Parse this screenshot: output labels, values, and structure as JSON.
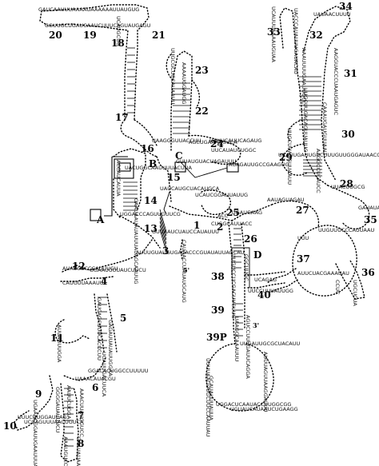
{
  "helix_numbers": [
    {
      "label": "20"
    },
    {
      "label": "19"
    },
    {
      "label": "18"
    },
    {
      "label": "21"
    },
    {
      "label": "17"
    },
    {
      "label": "16"
    },
    {
      "label": "23"
    },
    {
      "label": "22"
    },
    {
      "label": "24"
    },
    {
      "label": "15"
    },
    {
      "label": "14"
    },
    {
      "label": "13"
    },
    {
      "label": "25"
    },
    {
      "label": "1"
    },
    {
      "label": "2"
    },
    {
      "label": "3"
    },
    {
      "label": "26"
    },
    {
      "label": "12"
    },
    {
      "label": "4"
    },
    {
      "label": "5"
    },
    {
      "label": "11"
    },
    {
      "label": "6"
    },
    {
      "label": "9"
    },
    {
      "label": "7"
    },
    {
      "label": "10"
    },
    {
      "label": "8"
    },
    {
      "label": "34"
    },
    {
      "label": "33"
    },
    {
      "label": "32"
    },
    {
      "label": "31"
    },
    {
      "label": "30"
    },
    {
      "label": "29"
    },
    {
      "label": "28"
    },
    {
      "label": "27"
    },
    {
      "label": "35"
    },
    {
      "label": "37"
    },
    {
      "label": "36"
    },
    {
      "label": "38"
    },
    {
      "label": "40"
    },
    {
      "label": "39"
    },
    {
      "label": "39P"
    }
  ],
  "region_letters": [
    {
      "label": "A"
    },
    {
      "label": "B"
    },
    {
      "label": "C"
    },
    {
      "label": "D"
    }
  ],
  "termini": [
    {
      "label": "5'"
    },
    {
      "label": "3'"
    }
  ],
  "sequence_fragments": [
    {
      "text": "GAUCAAUUUAAAAUAAAAAAUUAUGUG"
    },
    {
      "text": "GGUUGCUGAUCAAUCUUUCAGUAUGAGU"
    },
    {
      "text": "UCAUGCUG"
    },
    {
      "text": "UAUCAUGCUACAUGCA"
    },
    {
      "text": "UUGCGCUCCAUAAUU"
    },
    {
      "text": "AAAAUGGAUGG"
    },
    {
      "text": "UAUUCAUUCAGAUG"
    },
    {
      "text": "UUCAUAUCUGGC"
    },
    {
      "text": "UCAUCGGAUUAUUG"
    },
    {
      "text": "GAAUAAUAUAUUUAUAGCAAUUG"
    },
    {
      "text": "AUUUGUAUGUGACACCCGUAUAUUAGCAU"
    },
    {
      "text": "AUAUCCCCCAUUUGU"
    },
    {
      "text": "CAUGUUAAAUU"
    },
    {
      "text": "GAUCAGCUUUCACCCUU"
    },
    {
      "text": "AUUAGUUGGA"
    },
    {
      "text": "UAAACAUACGU"
    },
    {
      "text": "UUUCUUGGAUCAG"
    },
    {
      "text": "GGGGAUAUUUCU"
    },
    {
      "text": "AAUUCUGGA"
    },
    {
      "text": "AAACUUAUGGUCC"
    },
    {
      "text": "UCAUUUAAAAUGUAA"
    },
    {
      "text": "UACCCAUAUUUGAUACAU"
    },
    {
      "text": "UAUAACUUUU"
    },
    {
      "text": "AAGGUACCCUAAUGAGUC"
    },
    {
      "text": "AAAUUUUGAAUUGCC"
    },
    {
      "text": "UUGCUUAGGUUAAUU"
    },
    {
      "text": "UCAUUGAUUGUCUUUGUUGGGAUAACC"
    },
    {
      "text": "AAGGCCUCAUCC"
    },
    {
      "text": "UUACUUGCG"
    },
    {
      "text": "AAUAGUAGAU"
    },
    {
      "text": "UGAUGAAG"
    },
    {
      "text": "CUGGCAUUACC"
    },
    {
      "text": "ACC"
    },
    {
      "text": "UUU"
    },
    {
      "text": "CCUC"
    },
    {
      "text": "UGCUCUA"
    },
    {
      "text": "UCAGAG"
    },
    {
      "text": "UUCCUUUAUUGG"
    },
    {
      "text": "UUGUCCUCGACUUGUUG"
    },
    {
      "text": "GGCUUGC"
    },
    {
      "text": "UAAGGCAAAUUU"
    },
    {
      "text": "AGUCCUUUGAUUCAGGA"
    },
    {
      "text": "GCAUAUUUAUUA"
    },
    {
      "text": "UGGACUCAAUACCUUGGCGG"
    },
    {
      "text": "UGUAUCAUAAUCUGAAGG"
    },
    {
      "text": "AUUUAGUUAAGGAUUU"
    },
    {
      "text": "UUUUAAGUUGCUUCCAAUUAU"
    },
    {
      "text": "UUGAUUGCGCUACAUU"
    },
    {
      "text": "AGCUGAAAAGUCA"
    },
    {
      "text": "UAAGGGUUACCUU"
    },
    {
      "text": "ACCAUCAUUA"
    },
    {
      "text": "UACUGGCAAUUUUACUUA"
    },
    {
      "text": "GUUAUGUACUAGAUUU"
    },
    {
      "text": "AUAGAUUGCCGAAGUG"
    },
    {
      "text": "UGGACCCAGUUGUUCG"
    },
    {
      "text": "GUUAAUCUAUCCAUAUUU"
    },
    {
      "text": "CAUAACCUAUAUGCAUG"
    },
    {
      "text": "GGAAUUUUAUCUUCU"
    },
    {
      "text": "GAGAUUAUAUUGGAA"
    },
    {
      "text": "UGAUUGACUUCA"
    },
    {
      "text": "GGACACUGGCCUUUUU"
    },
    {
      "text": "UGAAACGGAUUGAAUUUA"
    },
    {
      "text": "UCCAGUUUAACUGUCA"
    },
    {
      "text": "AAAUGUCCUUCGAA"
    },
    {
      "text": "GAAUAUAAUUCGUU"
    },
    {
      "text": "UUGCUUGACAGUUAUUG"
    },
    {
      "text": "CAAAUGAUGUUAAU"
    },
    {
      "text": "UUGUUUCCCAUUAAU"
    },
    {
      "text": "GAUAUACCGUUUCAUA"
    },
    {
      "text": "AUUCUACGAAAUAU"
    }
  ]
}
